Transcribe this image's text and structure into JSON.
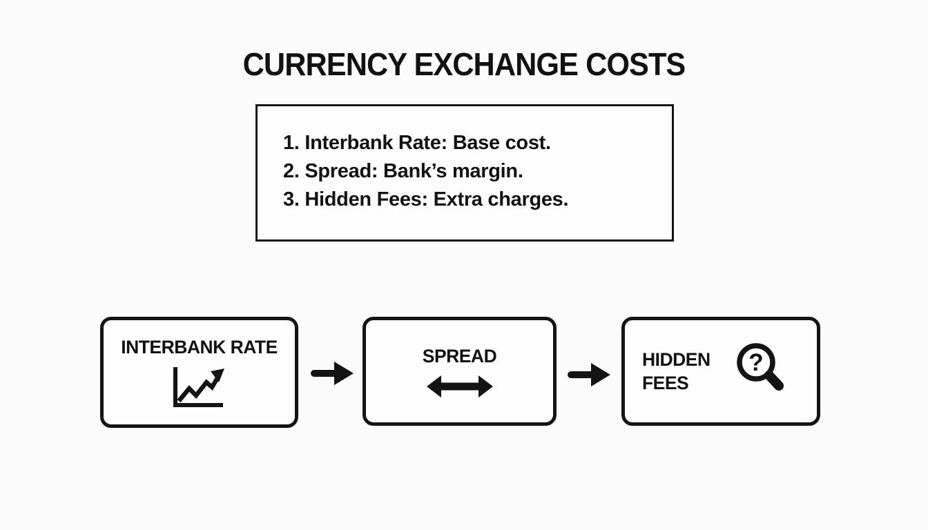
{
  "page": {
    "background_color": "#fbfbfb",
    "ink_color": "#141414",
    "title": "CURRENCY EXCHANGE COSTS"
  },
  "summary": {
    "items": [
      "1. Interbank Rate: Base cost.",
      "2. Spread: Bank’s margin.",
      "3. Hidden Fees: Extra charges."
    ]
  },
  "flow": {
    "steps": [
      {
        "label": "INTERBANK RATE",
        "icon": "trend-chart-icon"
      },
      {
        "label": "SPREAD",
        "icon": "double-arrow-icon"
      },
      {
        "label": "HIDDEN FEES",
        "icon": "magnifier-question-icon",
        "icon_glyph": "?"
      }
    ],
    "connector": "right-arrow-icon"
  }
}
